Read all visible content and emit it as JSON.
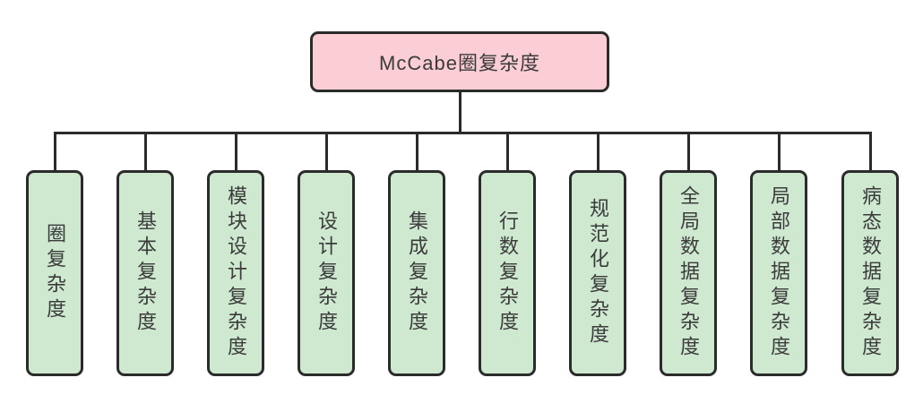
{
  "diagram": {
    "title": "McCabe圈复杂度",
    "root": {
      "label": "McCabe圈复杂度"
    },
    "children": [
      {
        "label": "圈复杂度"
      },
      {
        "label": "基本复杂度"
      },
      {
        "label": "模块设计复杂度"
      },
      {
        "label": "设计复杂度"
      },
      {
        "label": "集成复杂度"
      },
      {
        "label": "行数复杂度"
      },
      {
        "label": "规范化复杂度"
      },
      {
        "label": "全局数据复杂度"
      },
      {
        "label": "局部数据复杂度"
      },
      {
        "label": "病态数据复杂度"
      }
    ],
    "colors": {
      "root_fill": "#fbcdd4",
      "child_fill": "#cee9d0",
      "line": "#2b2b2b",
      "text": "#3b3b3b"
    }
  }
}
